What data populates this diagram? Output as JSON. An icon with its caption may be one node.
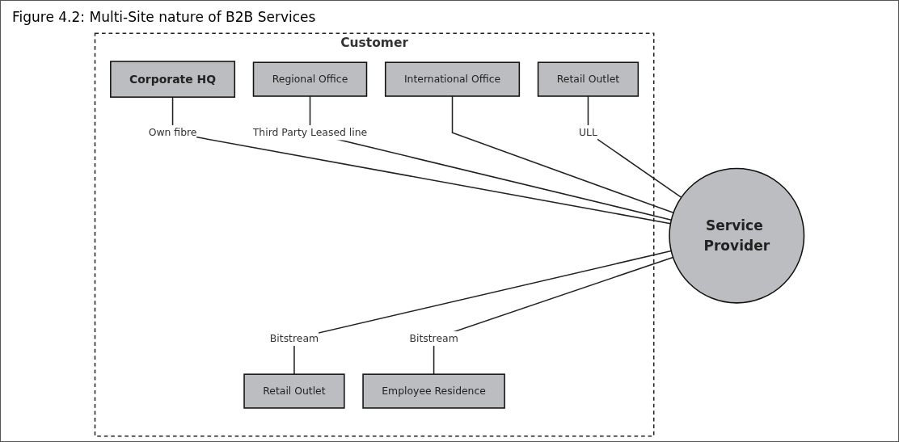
{
  "diagram": {
    "title": "Figure 4.2: Multi-Site nature of B2B Services",
    "nodes": [
      {
        "text": [
          "Customer"
        ]
      },
      {
        "text": [
          "Corporate HQ"
        ],
        "in": 0
      },
      {
        "text": [
          "Regional Office"
        ],
        "in": 0
      },
      {
        "text": [
          "International Office"
        ],
        "in": 0
      },
      {
        "text": [
          "Retail Outlet"
        ],
        "in": 0
      },
      {
        "text": [
          "Retail Outlet"
        ],
        "in": 0
      },
      {
        "text": [
          "Employee Residence"
        ],
        "in": 0
      },
      {
        "text": [
          "Service Provider"
        ]
      }
    ],
    "edges": [
      {
        "from": 1,
        "to": 7,
        "arrow": "none",
        "label": "Own fibre"
      },
      {
        "from": 2,
        "to": 7,
        "arrow": "none",
        "label": "Third Party Leased line"
      },
      {
        "from": 3,
        "to": 7,
        "arrow": "none"
      },
      {
        "from": 4,
        "to": 7,
        "arrow": "none",
        "label": "ULL"
      },
      {
        "from": 7,
        "to": 5,
        "arrow": "none",
        "label": "Bitstream"
      },
      {
        "from": 7,
        "to": 6,
        "arrow": "none",
        "label": "Bitstream"
      }
    ]
  }
}
